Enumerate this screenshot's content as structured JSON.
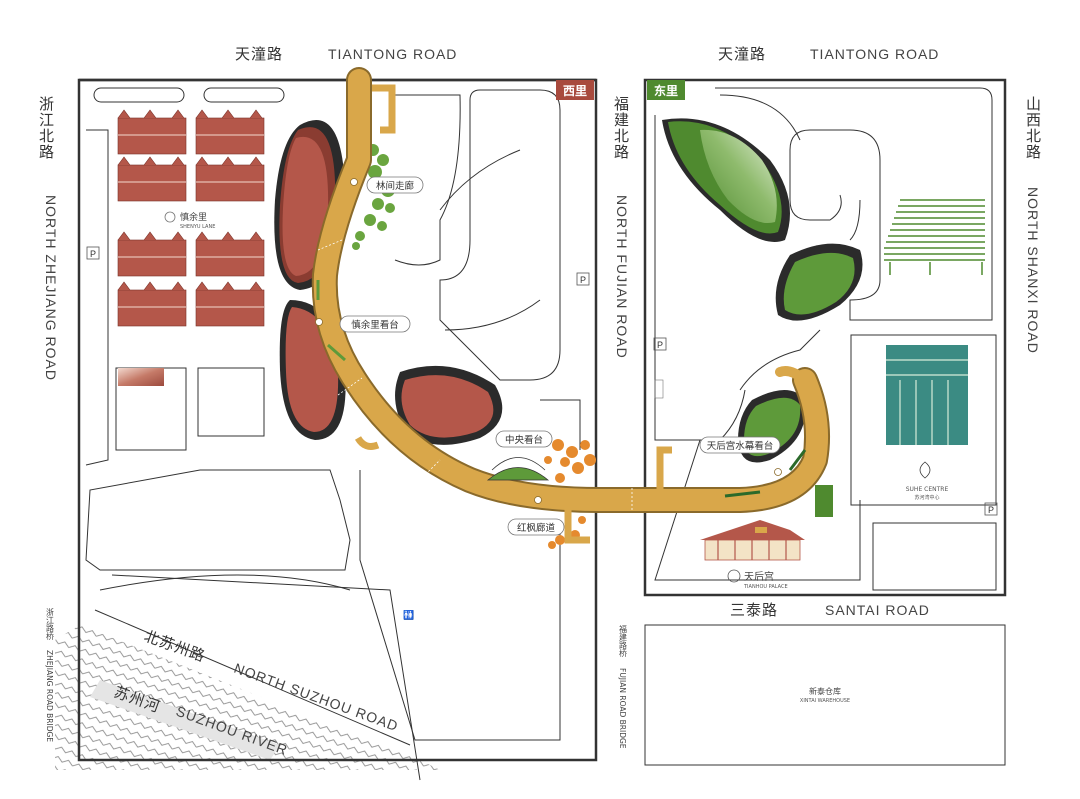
{
  "roads": {
    "tiantong_cn": "天潼路",
    "tiantong_en": "TIANTONG ROAD",
    "zhejiang_north_cn": "浙江北路",
    "zhejiang_north_en": "NORTH ZHEJIANG ROAD",
    "fujian_north_cn": "福建北路",
    "fujian_north_en": "NORTH FUJIAN ROAD",
    "shanxi_north_cn": "山西北路",
    "shanxi_north_en": "NORTH SHANXI ROAD",
    "santai_cn": "三泰路",
    "santai_en": "SANTAI ROAD",
    "suzhou_north_cn": "北苏州路",
    "suzhou_north_en": "NORTH SUZHOU ROAD",
    "zhejiang_bridge_cn": "浙江路桥",
    "zhejiang_bridge_en": "ZHEJIANG ROAD BRIDGE",
    "fujian_bridge_cn": "福建路桥",
    "fujian_bridge_en": "FUJIAN ROAD BRIDGE"
  },
  "river": {
    "cn": "苏州河",
    "en": "SUZHOU RIVER"
  },
  "zones": {
    "west": "西里",
    "east": "东里"
  },
  "spots": {
    "forest_corridor": "林间走廊",
    "shenyuli_stand": "慎余里看台",
    "central_stand": "中央看台",
    "maple_corridor": "红枫廊道",
    "tianhou_stand": "天后宫水幕看台"
  },
  "buildings": {
    "shenyuli_cn": "慎余里",
    "shenyuli_en": "SHENYU LANE",
    "tianhou_cn": "天后宫",
    "tianhou_en": "TIANHOU PALACE",
    "suhe_en": "SUHE CENTRE",
    "suhe_cn": "苏河湾中心",
    "xintai_cn": "新泰仓库",
    "xintai_en": "XINTAI WAREHOUSE"
  },
  "parking": "P",
  "colors": {
    "walkway": "#d9a74a",
    "walkway_edge": "#8a6a2b",
    "brick": "#b4574a",
    "green": "#5e9a3a",
    "dark": "#2b2b2b",
    "west_tag": "#a84a3d",
    "east_tag": "#4f8a2f",
    "maple": "#e58a2e"
  }
}
